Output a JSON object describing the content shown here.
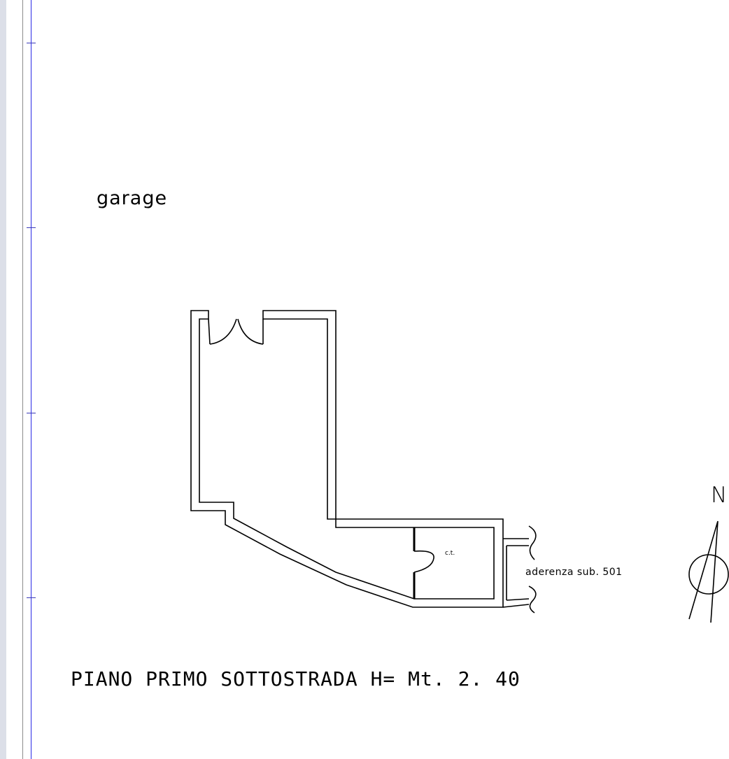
{
  "plan": {
    "room_label": "garage",
    "boiler_room_label": "c.t.",
    "adjacency_label": "aderenza sub. 501",
    "north_label": "N",
    "title": "PIANO PRIMO SOTTOSTRADA H= Mt.  2. 40"
  },
  "colors": {
    "line": "#000000",
    "margin_line": "#2a2ae6",
    "viewer_strip": "#dcdfe8"
  }
}
